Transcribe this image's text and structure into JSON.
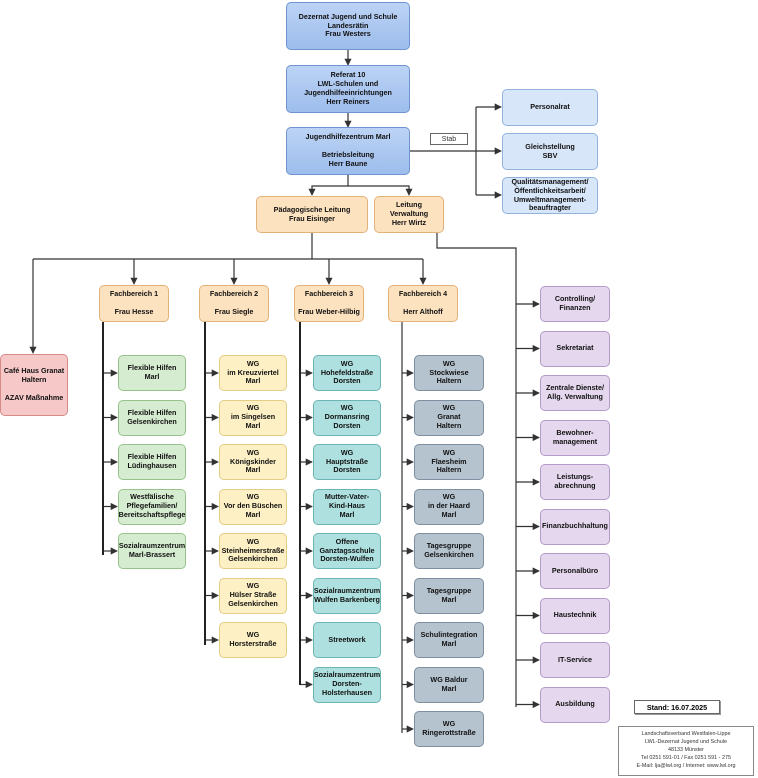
{
  "boxes": {
    "dezernat": "Dezernat Jugend und Schule\nLandesrätin\nFrau Westers",
    "referat": "Referat 10\nLWL-Schulen und\nJugendhilfeeinrichtungen\nHerr Reiners",
    "zentrum": "Jugendhilfezentrum Marl\n\nBetriebsleitung\nHerr Baune",
    "personalrat": "Personalrat",
    "gleichstellung": "Gleichstellung\nSBV",
    "qualitaet": "Qualitätsmanagement/\nÖffentlichkeitsarbeit/\nUmweltmanagement-\nbeauftragter",
    "paed_leitung": "Pädagogische Leitung\nFrau Eisinger",
    "verwaltung_leitung": "Leitung\nVerwaltung\nHerr Wirtz",
    "cafe": "Café Haus Granat\nHaltern\n\nAZAV Maßnahme",
    "fb1": "Fachbereich 1\n\nFrau Hesse",
    "fb2": "Fachbereich 2\n\nFrau Siegle",
    "fb3": "Fachbereich 3\n\nFrau Weber-Hilbig",
    "fb4": "Fachbereich 4\n\nHerr Althoff"
  },
  "stab_label": "Stab",
  "fb1_items": [
    "Flexible Hilfen\nMarl",
    "Flexible Hilfen\nGelsenkirchen",
    "Flexible Hilfen\nLüdinghausen",
    "Westfälische\nPflegefamilien/\nBereitschaftspflege",
    "Sozialraumzentrum\nMarl-Brassert"
  ],
  "fb2_items": [
    "WG\nim Kreuzviertel\nMarl",
    "WG\nim Singelsen\nMarl",
    "WG\nKönigskinder\nMarl",
    "WG\nVor den Büschen\nMarl",
    "WG\nSteinheimerstraße\nGelsenkirchen",
    "WG\nHülser Straße\nGelsenkirchen",
    "WG\nHorsterstraße"
  ],
  "fb3_items": [
    "WG\nHohefeldstraße\nDorsten",
    "WG\nDormansring\nDorsten",
    "WG\nHauptstraße\nDorsten",
    "Mutter-Vater-\nKind-Haus\nMarl",
    "Offene\nGanztagsschule\nDorsten-Wulfen",
    "Sozialraumzentrum\nWulfen Barkenberg",
    "Streetwork",
    "Sozialraumzentrum\nDorsten-\nHolsterhausen"
  ],
  "fb4_items": [
    "WG\nStockwiese\nHaltern",
    "WG\nGranat\nHaltern",
    "WG\nFlaesheim\nHaltern",
    "WG\nin der Haard\nMarl",
    "Tagesgruppe\nGelsenkirchen",
    "Tagesgruppe\nMarl",
    "Schulintegration\nMarl",
    "WG Baldur\nMarl",
    "WG\nRingerottstraße"
  ],
  "verwaltung_items": [
    "Controlling/\nFinanzen",
    "Sekretariat",
    "Zentrale Dienste/\nAllg. Verwaltung",
    "Bewohner-\nmanagement",
    "Leistungs-\nabrechnung",
    "Finanzbuchhaltung",
    "Personalbüro",
    "Haustechnik",
    "IT-Service",
    "Ausbildung"
  ],
  "stand": "Stand: 16.07.2025",
  "address": [
    "Landschaftsverband Westfalen-Lippe",
    "LWL-Dezernat Jugend und Schule",
    "48133 Münster",
    "Tel 0251 591-01 / Fax 0251 591 - 275",
    "E-Mail: lja@lwl.org / Internet: www.lwl.org"
  ],
  "colors": {
    "leadership": "#a9c4ef",
    "staff": "#d7e6f9",
    "management": "#fde2bf",
    "fb1": "#d6ecd0",
    "fb2": "#fdf0c4",
    "fb3": "#ade0df",
    "fb4": "#b5c3cf",
    "administration": "#e5d8ee",
    "cafe": "#f6c8c8"
  }
}
